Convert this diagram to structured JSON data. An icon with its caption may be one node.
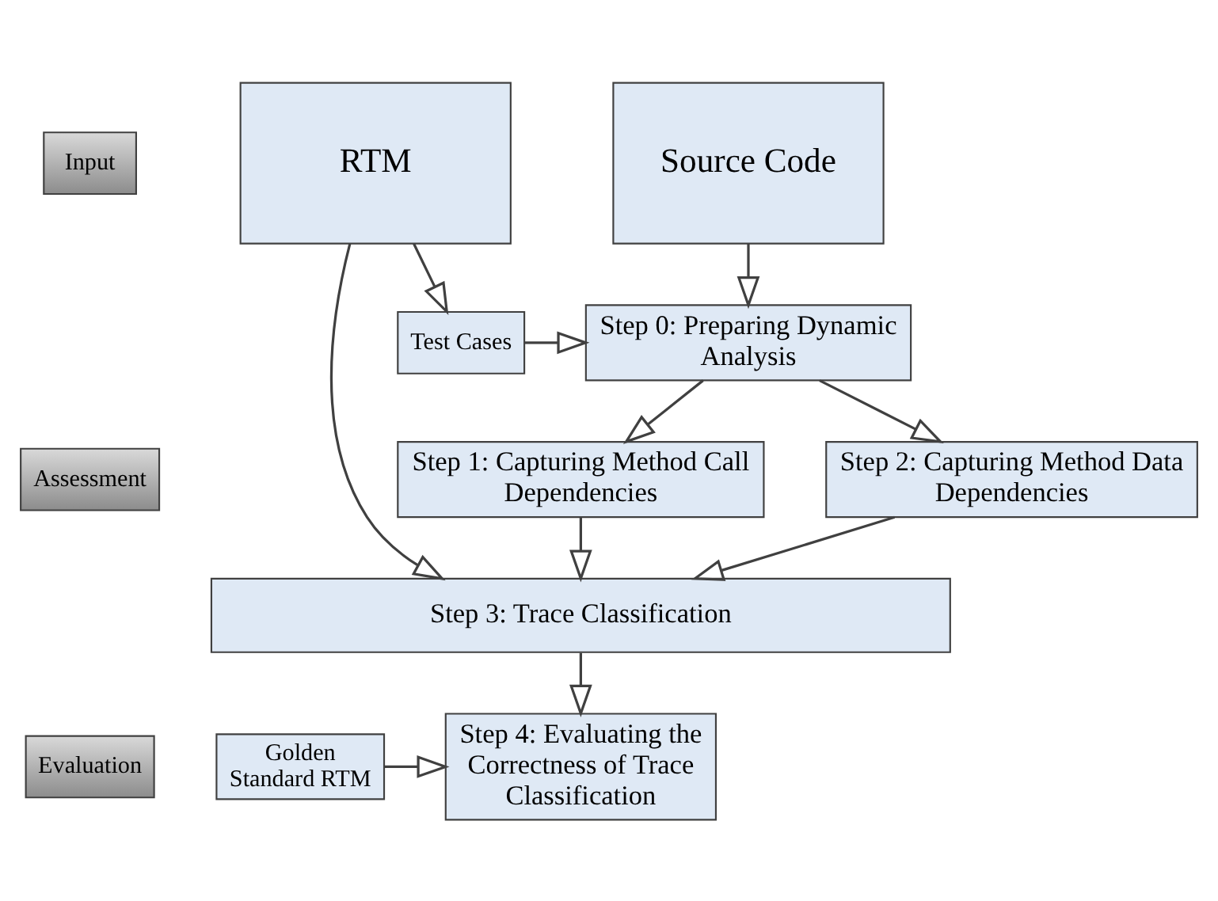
{
  "diagram": {
    "nodes": [
      {
        "text": [
          "Input"
        ]
      },
      {
        "text": [
          "Source Code"
        ]
      },
      {
        "text": [
          "RTM"
        ]
      },
      {
        "text": [
          "Step 0: Preparing Dynamic Analysis"
        ]
      },
      {
        "text": [
          "Test Cases"
        ]
      },
      {
        "text": [
          "Assessment"
        ]
      },
      {
        "text": [
          "Step 1: Capturing Method Call Dependencies"
        ]
      },
      {
        "text": [
          "Step 2: Capturing Method Data Dependencies"
        ]
      },
      {
        "text": [
          "Step 3: Trace Classification"
        ]
      },
      {
        "text": [
          "Evaluation"
        ]
      },
      {
        "text": [
          "Step 4: Evaluating the Correctness of Trace Classification"
        ]
      },
      {
        "text": [
          "Golden Standard RTM"
        ]
      }
    ],
    "edges": [
      {
        "from": 1,
        "to": 3,
        "arrow": "to"
      },
      {
        "from": 2,
        "to": 4,
        "arrow": "to"
      },
      {
        "from": 4,
        "to": 3,
        "arrow": "to"
      },
      {
        "from": 3,
        "to": 6,
        "arrow": "to"
      },
      {
        "from": 3,
        "to": 7,
        "arrow": "to"
      },
      {
        "from": 6,
        "to": 8,
        "arrow": "to"
      },
      {
        "from": 7,
        "to": 8,
        "arrow": "to"
      },
      {
        "from": 2,
        "to": 8,
        "arrow": "to"
      },
      {
        "from": 8,
        "to": 10,
        "arrow": "to"
      },
      {
        "from": 11,
        "to": 10,
        "arrow": "to"
      }
    ]
  }
}
